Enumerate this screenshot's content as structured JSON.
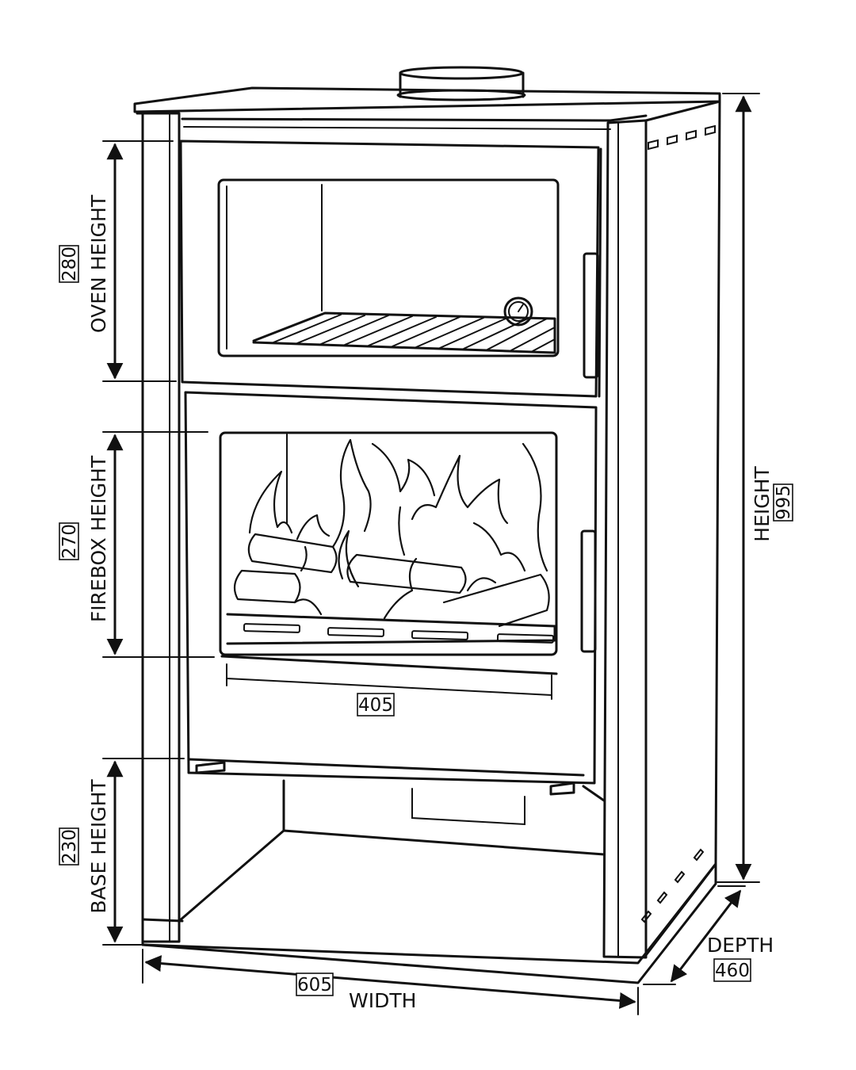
{
  "dimensions": {
    "oven_height": {
      "label": "OVEN HEIGHT",
      "value": "280"
    },
    "firebox_height": {
      "label": "FIREBOX HEIGHT",
      "value": "270"
    },
    "base_height": {
      "label": "BASE HEIGHT",
      "value": "230"
    },
    "height": {
      "label": "HEIGHT",
      "value": "995"
    },
    "width": {
      "label": "WIDTH",
      "value": "605"
    },
    "depth": {
      "label": "DEPTH",
      "value": "460"
    },
    "firebox_width": {
      "value": "405"
    }
  }
}
